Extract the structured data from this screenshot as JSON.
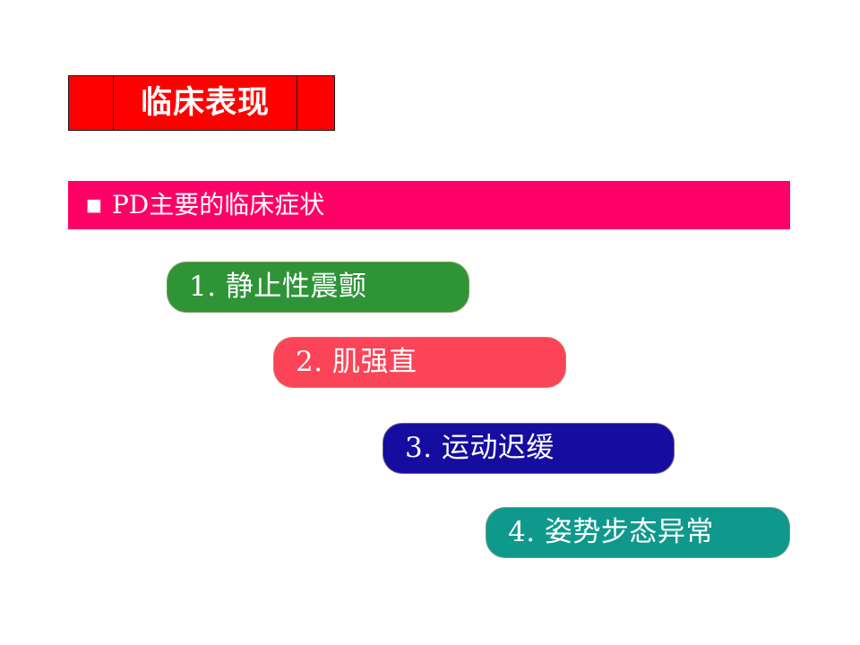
{
  "slide": {
    "title": {
      "text": "临床表现",
      "background_color": "#FF0000",
      "border_color": "#1A1A1A",
      "text_color": "#FFFFFF"
    },
    "subtitle": {
      "bullet": "■",
      "text": "PD主要的临床症状",
      "background_color": "#FF0066",
      "text_color": "#FFFFFF"
    },
    "symptoms": [
      {
        "number": "1.",
        "name": "静止性震颤",
        "label": "1. 静止性震颤",
        "color": "#2E9437",
        "text_color": "#FFFFFF"
      },
      {
        "number": "2.",
        "name": "肌强直",
        "label": "2. 肌强直",
        "color": "#FB4458",
        "text_color": "#FFFFFF"
      },
      {
        "number": "3.",
        "name": "运动迟缓",
        "label": "3. 运动迟缓",
        "color": "#160CA0",
        "text_color": "#FFFFFF"
      },
      {
        "number": "4.",
        "name": "姿势步态异常",
        "label": "4. 姿势步态异常",
        "color": "#0E998C",
        "text_color": "#FFFFFF"
      }
    ],
    "background_color": "#FFFFFF"
  }
}
